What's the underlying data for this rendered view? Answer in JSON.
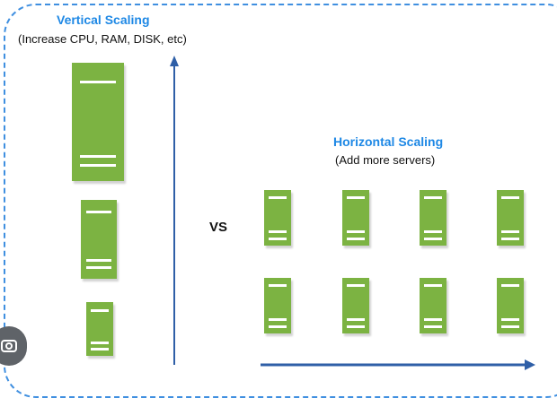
{
  "vertical": {
    "title": "Vertical Scaling",
    "subtitle": "(Increase CPU, RAM, DISK, etc)"
  },
  "horizontal": {
    "title": "Horizontal Scaling",
    "subtitle": "(Add more servers)"
  },
  "vs_label": "VS",
  "colors": {
    "server": "#7cb342",
    "arrow": "#2f5fa7",
    "title": "#1e88e5",
    "frame": "#3f8fe0"
  },
  "icons": [
    "lens-icon"
  ]
}
